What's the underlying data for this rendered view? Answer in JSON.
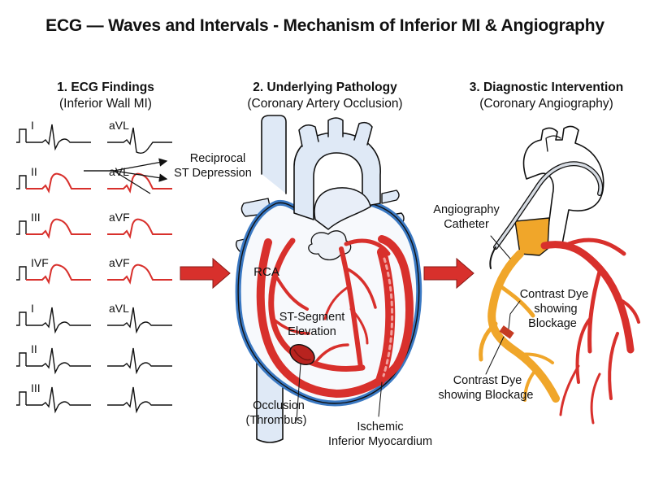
{
  "title": "ECG — Waves and Intervals - Mechanism of Inferior MI & Angiography",
  "panels": [
    {
      "heading": "1. ECG Findings",
      "subheading": "(Inferior Wall MI)"
    },
    {
      "heading": "2. Underlying Pathology",
      "subheading": "(Coronary Artery Occlusion)"
    },
    {
      "heading": "3. Diagnostic Intervention",
      "subheading": "(Coronary Angiography)"
    }
  ],
  "ecg": {
    "rows": [
      {
        "lead_left": "I",
        "lead_right": "aVL",
        "elevated": false
      },
      {
        "lead_left": "II",
        "lead_right": "aVL",
        "elevated": true
      },
      {
        "lead_left": "III",
        "lead_right": "aVF",
        "elevated": true
      },
      {
        "lead_left": "IVF",
        "lead_right": "aVF",
        "elevated": true
      },
      {
        "lead_left": "I",
        "lead_right": "aVL",
        "elevated": false
      },
      {
        "lead_left": "II",
        "lead_right": "",
        "elevated": false
      },
      {
        "lead_left": "III",
        "lead_right": "",
        "elevated": false
      }
    ],
    "reciprocal_label": [
      "Reciprocal",
      "ST Depression"
    ]
  },
  "heart": {
    "rca_label": "RCA",
    "st_label": [
      "ST-Segment",
      "Elevation"
    ],
    "occlusion_label": [
      "Occlusion",
      "(Thrombus)"
    ],
    "ischemic_label": [
      "Ischemic",
      "Inferior Myocardium"
    ]
  },
  "angio": {
    "catheter_label": [
      "Angiography",
      "Catheter"
    ],
    "dye_label_upper": [
      "Contrast Dye",
      "showing",
      "Blockage"
    ],
    "dye_label_lower": [
      "Contrast Dye",
      "showing Blockage"
    ]
  },
  "colors": {
    "artery_red": "#d8302c",
    "heart_blue": "#3a78c2",
    "contrast_orange": "#f0a62a",
    "arrow_red": "#d8302c",
    "ecg_black": "#111111"
  }
}
